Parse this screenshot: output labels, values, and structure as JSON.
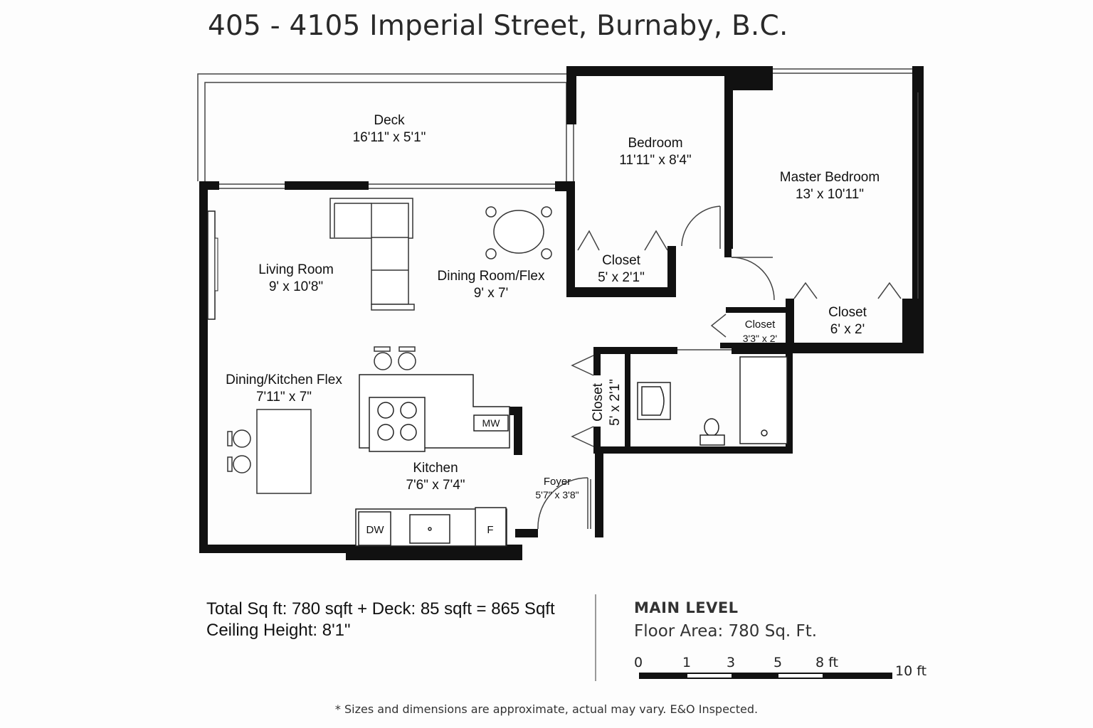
{
  "title": "405 - 4105 Imperial Street, Burnaby, B.C.",
  "rooms": {
    "deck": {
      "name": "Deck",
      "dims": "16'11\" x 5'1\""
    },
    "bedroom": {
      "name": "Bedroom",
      "dims": "11'11\" x 8'4\""
    },
    "master_bedroom": {
      "name": "Master Bedroom",
      "dims": "13' x 10'11\""
    },
    "living_room": {
      "name": "Living Room",
      "dims": "9' x 10'8\""
    },
    "dining_room": {
      "name": "Dining Room/Flex",
      "dims": "9' x 7'"
    },
    "bedroom_closet": {
      "name": "Closet",
      "dims": "5' x 2'1\""
    },
    "small_closet": {
      "name": "Closet",
      "dims": "3'3\" x 2'"
    },
    "master_closet": {
      "name": "Closet",
      "dims": "6' x 2'"
    },
    "hall_closet": {
      "name": "Closet",
      "dims": "5' x 2'1\""
    },
    "dining_kitchen_flex": {
      "name": "Dining/Kitchen Flex",
      "dims": "7'11\" x 7\""
    },
    "kitchen": {
      "name": "Kitchen",
      "dims": "7'6\" x 7'4\""
    },
    "foyer": {
      "name": "Foyer",
      "dims": "5'7\" x 3'8\""
    }
  },
  "appliances": {
    "microwave": "MW",
    "dishwasher": "DW",
    "fridge": "F"
  },
  "footer": {
    "total_line": "Total Sq ft: 780 sqft + Deck: 85 sqft = 865 Sqft",
    "ceiling_line": "Ceiling Height: 8'1\"",
    "level_title": "MAIN LEVEL",
    "floor_area": "Floor Area: 780 Sq. Ft."
  },
  "scale": {
    "ticks": [
      "0",
      "1",
      "3",
      "5",
      "8 ft"
    ],
    "end_label": "10 ft"
  },
  "disclaimer": "* Sizes and dimensions are approximate, actual may vary. E&O Inspected.",
  "colors": {
    "wall": "#111111",
    "background": "#fdfdfd",
    "text": "#111111"
  }
}
